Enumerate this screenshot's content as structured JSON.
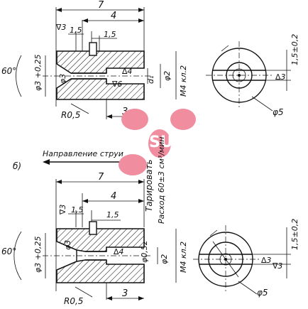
{
  "top_view": {
    "dim_total_length": "7",
    "dim_length_4": "4",
    "dim_1_5_left": "1,5",
    "dim_1_5_right": "1,5",
    "surface_finish_top": "∇3",
    "cone_angle": "60°",
    "inlet_diameter": "φ3 +0,25",
    "bore_diameter": "φ3",
    "finish_4": "∆4",
    "finish_6": "∇6",
    "orifice_d1": "d₁",
    "diameter_2": "φ2",
    "thread": "M4 кл.2",
    "radius": "R0,5",
    "dim_3": "3",
    "end_dim": "1,5±0,2",
    "end_finish": "∆3",
    "end_diameter": "φ5"
  },
  "mid": {
    "panel_label": "б)",
    "flow_direction": "Направление струи",
    "calibrate_note": "Тарировать",
    "flow_rate": "Расход 60±3 см³/мин",
    "orifice_size": "φ0,52",
    "watermark": "VIH.SU"
  },
  "bottom_view": {
    "dim_total_length": "7",
    "dim_length_4": "4",
    "dim_1_5_left": "1,5",
    "dim_1_5_right": "1,5",
    "surface_finish_top": "∇3",
    "cone_angle": "60°",
    "inlet_diameter": "φ3 +0,25",
    "bore_diameter": "φ3",
    "finish_4": "∆4",
    "diameter_2": "φ2",
    "thread": "M4 кл.2",
    "radius": "R0,5",
    "dim_3": "3",
    "end_dim": "1,5±0,2",
    "end_finish_a": "∆3",
    "end_finish_b": "∇3",
    "end_diameter": "φ5"
  },
  "colors": {
    "watermark_petals": "#f08ea0",
    "watermark_text": "#ffffff",
    "ink": "#111111"
  }
}
